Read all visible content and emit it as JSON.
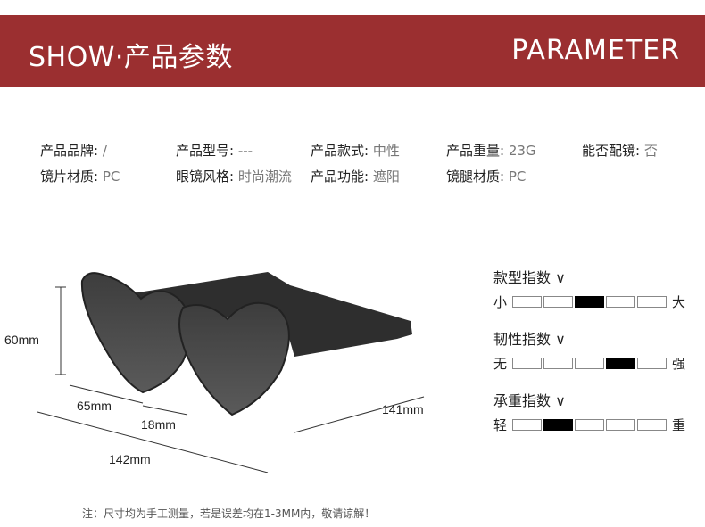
{
  "banner": {
    "left": "SHOW·产品参数",
    "right": "PARAMETER",
    "color": "#9b2f30"
  },
  "specs": [
    {
      "label": "产品品牌:",
      "value": " /"
    },
    {
      "label": "产品型号:",
      "value": " ---"
    },
    {
      "label": "产品款式:",
      "value": " 中性"
    },
    {
      "label": "产品重量:",
      "value": " 23G"
    },
    {
      "label": "能否配镜:",
      "value": " 否"
    },
    {
      "label": "镜片材质:",
      "value": " PC"
    },
    {
      "label": "眼镜风格:",
      "value": " 时尚潮流"
    },
    {
      "label": "产品功能:",
      "value": " 遮阳"
    },
    {
      "label": "镜腿材质:",
      "value": " PC"
    }
  ],
  "dimensions": {
    "height": "60mm",
    "lens_width": "65mm",
    "bridge": "18mm",
    "total_width": "142mm",
    "temple": "141mm"
  },
  "indices": [
    {
      "title": "款型指数 ∨",
      "min": "小",
      "max": "大",
      "level": 3,
      "segments": 5
    },
    {
      "title": "韧性指数 ∨",
      "min": "无",
      "max": "强",
      "level": 4,
      "segments": 5
    },
    {
      "title": "承重指数 ∨",
      "min": "轻",
      "max": "重",
      "level": 2,
      "segments": 5
    }
  ],
  "note": "注：尺寸均为手工测量，若是误差均在1-3MM内，敬请谅解！"
}
